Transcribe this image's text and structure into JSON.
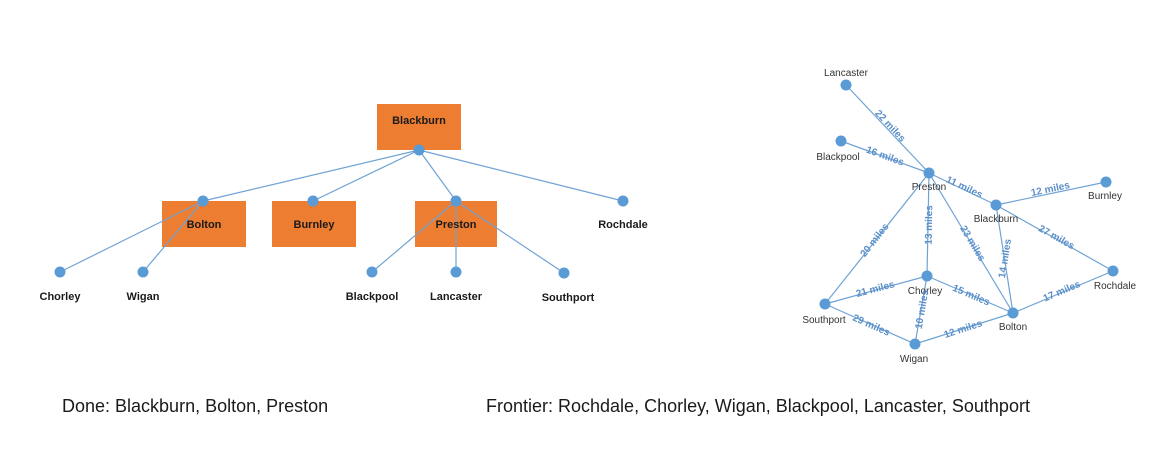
{
  "colors": {
    "node": "#5b9bd5",
    "line": "#6fa3d4",
    "box": "#ed7d31",
    "edge_label": "#5b8fc9"
  },
  "tree": {
    "nodes": {
      "blackburn": "Blackburn",
      "bolton": "Bolton",
      "burnley": "Burnley",
      "preston": "Preston",
      "rochdale": "Rochdale",
      "chorley": "Chorley",
      "wigan": "Wigan",
      "blackpool": "Blackpool",
      "lancaster": "Lancaster",
      "southport": "Southport"
    }
  },
  "map": {
    "nodes": {
      "lancaster": "Lancaster",
      "blackpool": "Blackpool",
      "preston": "Preston",
      "blackburn": "Blackburn",
      "burnley": "Burnley",
      "chorley": "Chorley",
      "rochdale": "Rochdale",
      "southport": "Southport",
      "bolton": "Bolton",
      "wigan": "Wigan"
    },
    "edges": {
      "lancaster_preston": "22 miles",
      "blackpool_preston": "16 miles",
      "preston_blackburn": "11 miles",
      "blackburn_burnley": "12 miles",
      "preston_southport": "20 miles",
      "preston_chorley": "13 miles",
      "preston_bolton": "23 miles",
      "blackburn_bolton": "14 miles",
      "blackburn_rochdale": "27 miles",
      "southport_chorley": "21 miles",
      "chorley_bolton": "15 miles",
      "chorley_wigan": "10 miles",
      "bolton_rochdale": "17 miles",
      "southport_wigan": "29 miles",
      "wigan_bolton": "12 miles"
    }
  },
  "captions": {
    "done": "Done: Blackburn, Bolton, Preston",
    "frontier": "Frontier: Rochdale, Chorley, Wigan, Blackpool, Lancaster, Southport"
  }
}
